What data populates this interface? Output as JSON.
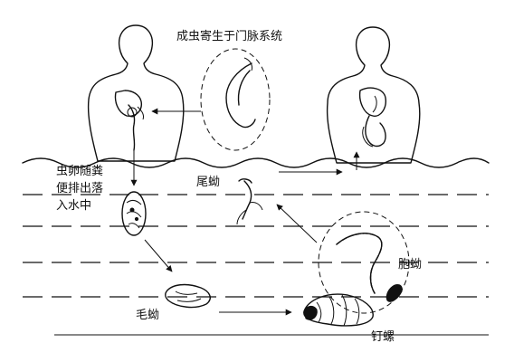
{
  "labels": {
    "adult": "成虫寄生于门脉系统",
    "eggs": [
      "虫卵随粪",
      "便排出落",
      "入水中"
    ],
    "cercaria": "尾蚴",
    "sporocyst": "胞蚴",
    "miracidium": "毛蚴",
    "snail": "钉螺"
  }
}
